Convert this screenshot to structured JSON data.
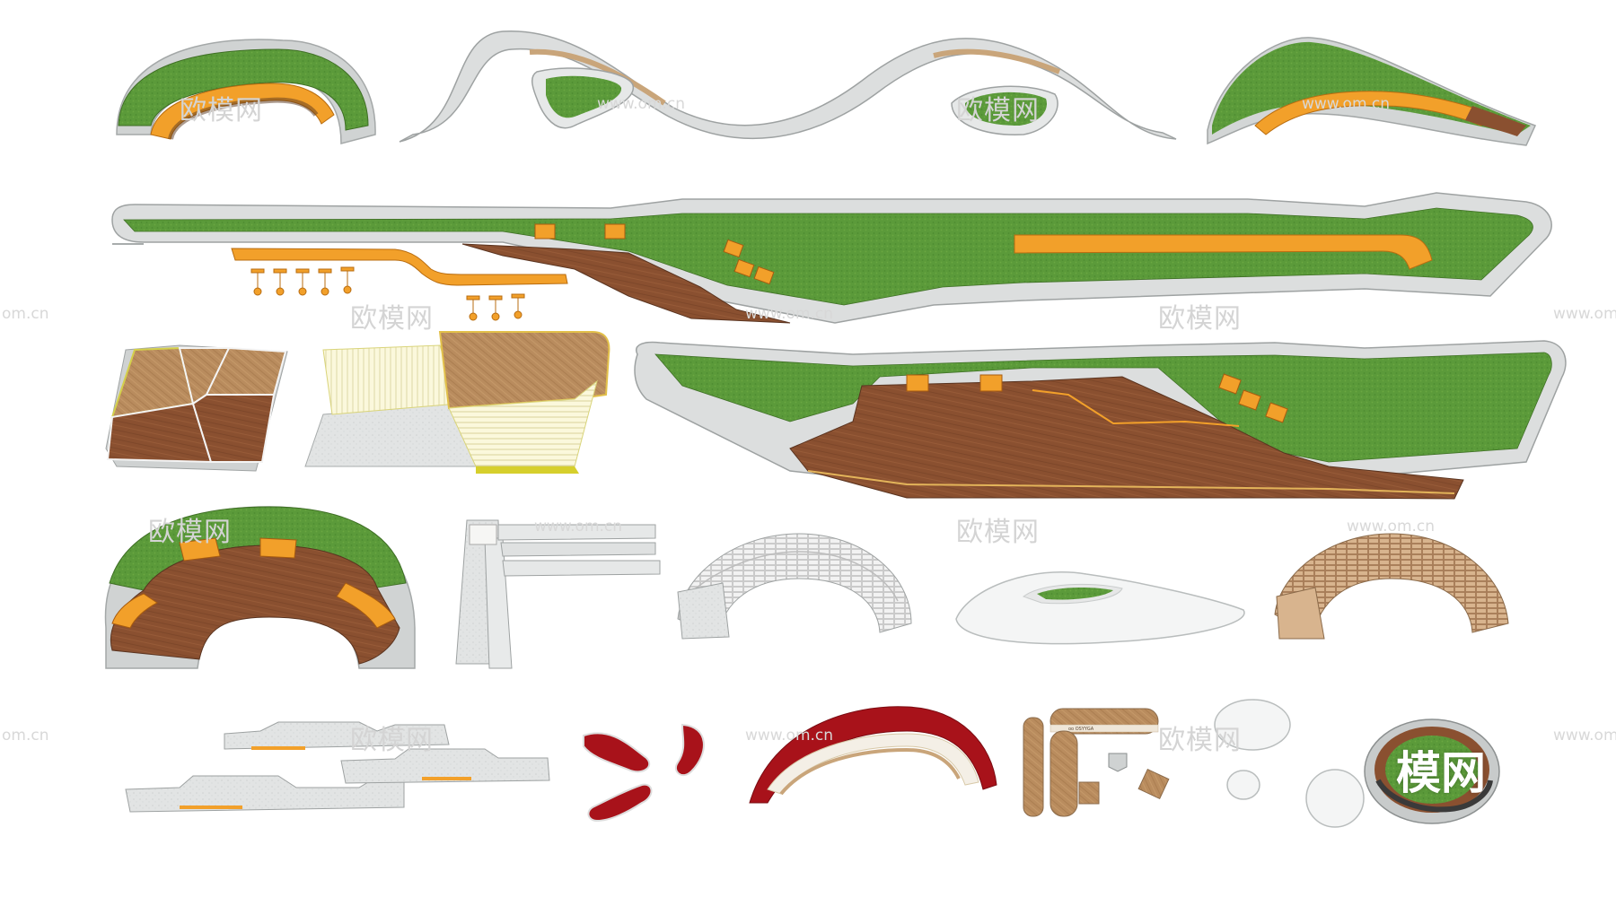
{
  "watermarks": {
    "brand": "欧模网",
    "url": "www.om.cn",
    "url_short": "om.cn",
    "large": "模网"
  },
  "bench_band_text": "oo   OSYYGA",
  "colors": {
    "grass": "#5b9a3a",
    "grass_dark": "#3f7a2a",
    "wood": "#8a5030",
    "wood_light": "#b88a5c",
    "orange": "#f2a02a",
    "concrete": "#d9dcdc",
    "concrete_edge": "#b8bcbc",
    "red": "#a8121a",
    "white_form": "#f4f5f5"
  }
}
